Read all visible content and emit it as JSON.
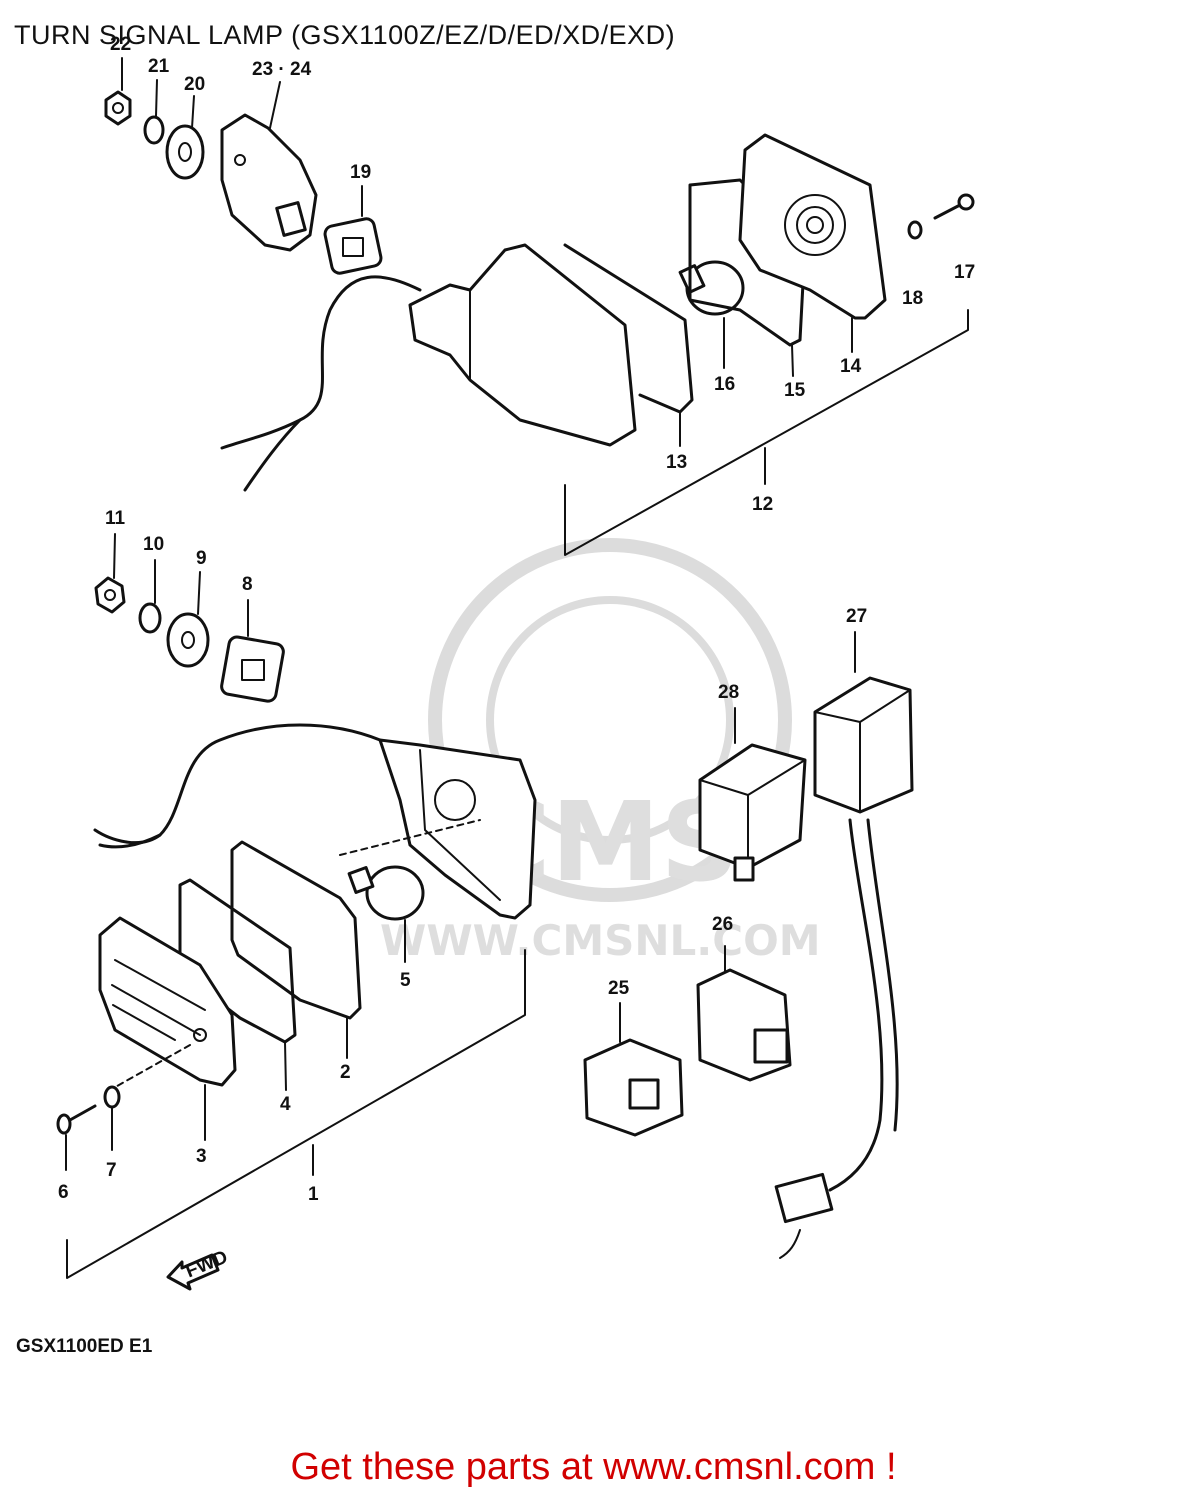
{
  "header": {
    "title": "TURN SIGNAL LAMP (GSX1100Z/EZ/D/ED/XD/EXD)"
  },
  "footer": {
    "text": "Get these parts at www.cmsnl.com !"
  },
  "watermark": {
    "brand": "CMS",
    "url": "WWW.CMSNL.COM"
  },
  "model_code": "GSX1100ED E1",
  "fwd_label": "FWD",
  "callouts": {
    "c1": "1",
    "c2": "2",
    "c3": "3",
    "c4": "4",
    "c5": "5",
    "c6": "6",
    "c7": "7",
    "c8": "8",
    "c9": "9",
    "c10": "10",
    "c11": "11",
    "c12": "12",
    "c13": "13",
    "c14": "14",
    "c15": "15",
    "c16": "16",
    "c17": "17",
    "c18": "18",
    "c19": "19",
    "c20": "20",
    "c21": "21",
    "c22": "22",
    "c2324": "23 · 24",
    "c25": "25",
    "c26": "26",
    "c27": "27",
    "c28": "28"
  },
  "colors": {
    "footer_text": "#d10000",
    "line_art": "#111111",
    "watermark": "#dcdcdc"
  }
}
